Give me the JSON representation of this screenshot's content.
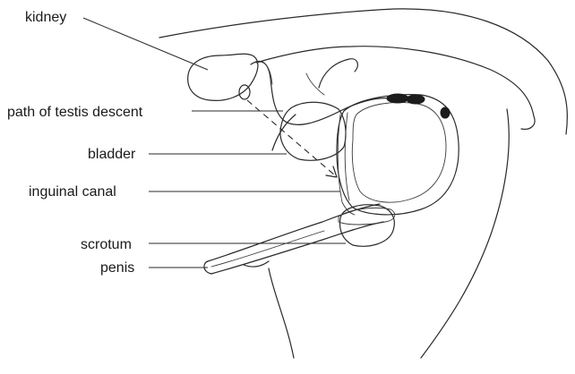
{
  "labels": {
    "kidney": "kidney",
    "path_of_testis_descent": "path of testis descent",
    "bladder": "bladder",
    "inguinal_canal": "inguinal canal",
    "scrotum": "scrotum",
    "penis": "penis"
  },
  "colors": {
    "line": "#2a2a2a",
    "fill_dark": "#1c1c1c",
    "background": "#ffffff"
  }
}
